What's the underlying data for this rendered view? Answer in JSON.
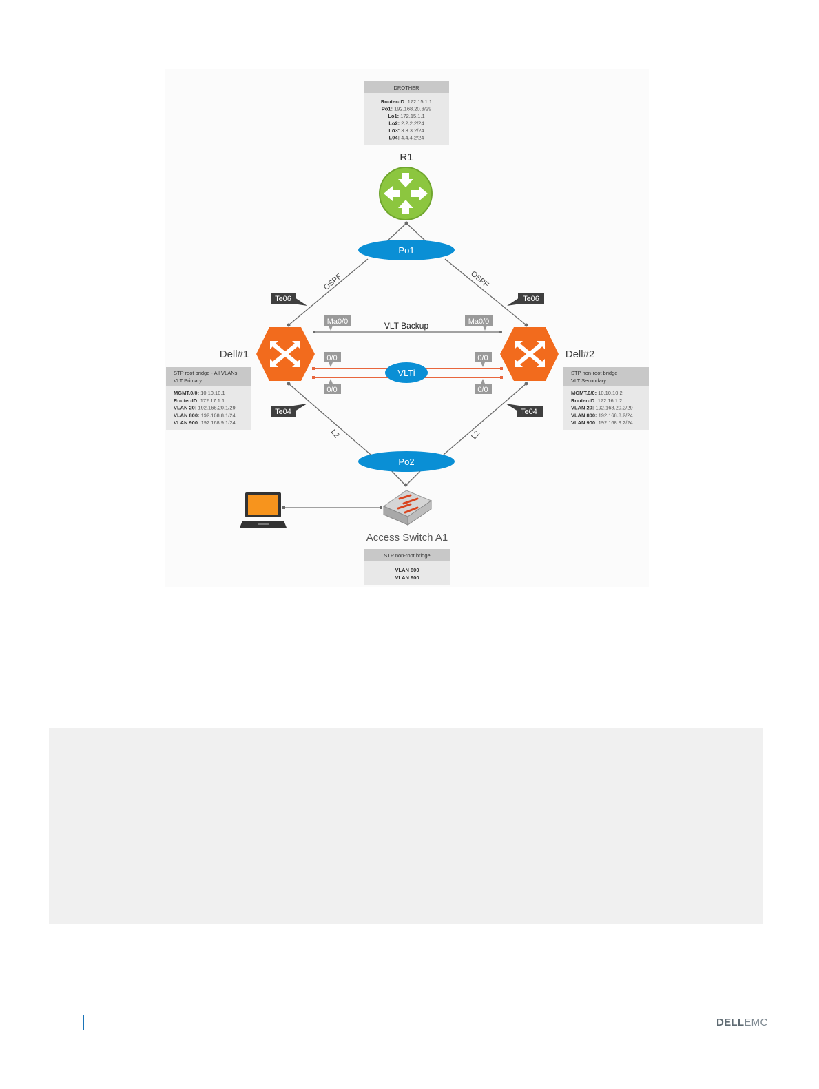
{
  "r1": {
    "label": "R1",
    "info_title": "DROTHER",
    "info_lines": [
      {
        "k": "Router-ID:",
        "v": "172.15.1.1"
      },
      {
        "k": "Po1:",
        "v": "192.168.20.3/29"
      },
      {
        "k": "Lo1:",
        "v": "172.15.1.1"
      },
      {
        "k": "Lo2:",
        "v": "2.2.2.2/24"
      },
      {
        "k": "Lo3:",
        "v": "3.3.3.2/24"
      },
      {
        "k": "L04:",
        "v": "4.4.4.2/24"
      }
    ]
  },
  "po1": "Po1",
  "po2": "Po2",
  "vlti": "VLTi",
  "vlt_backup": "VLT Backup",
  "ospf": "OSPF",
  "l2": "L2",
  "te06": "Te06",
  "te04": "Te04",
  "ma00": "Ma0/0",
  "port00": "0/0",
  "dell1": {
    "label": "Dell#1",
    "info_title": [
      "STP root bridge - All VLANs",
      "VLT Primary"
    ],
    "info_lines": [
      {
        "k": "MGMT.0/0:",
        "v": "10.10.10.1"
      },
      {
        "k": "Router-ID:",
        "v": "172.17.1.1"
      },
      {
        "k": "VLAN 20:",
        "v": "192.168.20.1/29"
      },
      {
        "k": "VLAN 800:",
        "v": "192.168.8.1/24"
      },
      {
        "k": "VLAN 900:",
        "v": "192.168.9.1/24"
      }
    ]
  },
  "dell2": {
    "label": "Dell#2",
    "info_title": [
      "STP non-root bridge",
      "VLT Secondary"
    ],
    "info_lines": [
      {
        "k": "MGMT.0/0:",
        "v": "10.10.10.2"
      },
      {
        "k": "Router-ID:",
        "v": "172.16.1.2"
      },
      {
        "k": "VLAN 20:",
        "v": "192.168.20.2/29"
      },
      {
        "k": "VLAN 800:",
        "v": "192.168.8.2/24"
      },
      {
        "k": "VLAN 900:",
        "v": "192.168.9.2/24"
      }
    ]
  },
  "access": {
    "label": "Access Switch A1",
    "info_title": "STP non-root bridge",
    "info_lines": [
      "VLAN 800",
      "VLAN 900"
    ]
  },
  "colors": {
    "router_green": "#8cc63f",
    "switch_orange": "#f26b1d",
    "po_blue": "#0a8fd5",
    "link_orange": "#e8663d",
    "tag_dark": "#3f3f3f",
    "tag_gray": "#9a9a9a"
  },
  "footer": {
    "logo_dell": "DELL",
    "logo_emc": "EMC"
  }
}
